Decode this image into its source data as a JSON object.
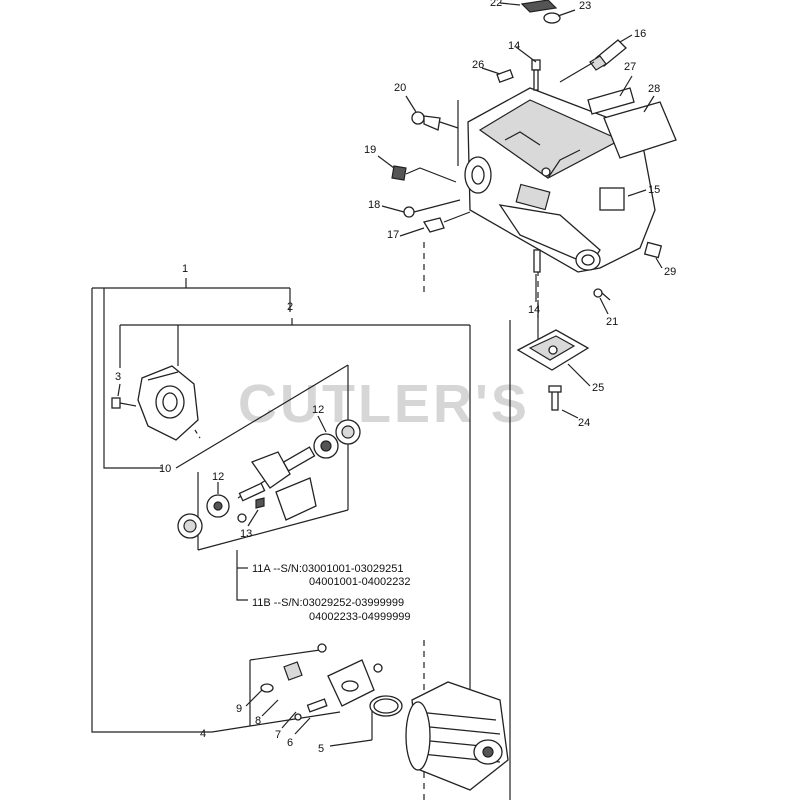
{
  "watermark": "CUTLER'S",
  "callouts": {
    "c1": "1",
    "c2": "2",
    "c3": "3",
    "c4": "4",
    "c5": "5",
    "c6": "6",
    "c7": "7",
    "c8": "8",
    "c9": "9",
    "c10": "10",
    "c12a": "12",
    "c12b": "12",
    "c13": "13",
    "c14a": "14",
    "c14b": "14",
    "c15": "15",
    "c16": "16",
    "c17": "17",
    "c18": "18",
    "c19": "19",
    "c20": "20",
    "c21": "21",
    "c22": "22",
    "c23": "23",
    "c24": "24",
    "c25": "25",
    "c26": "26",
    "c27": "27",
    "c28": "28",
    "c29": "29"
  },
  "serials": {
    "a_line1": "11A --S/N:03001001-03029251",
    "a_line2": "04001001-04002232",
    "b_line1": "11B --S/N:03029252-03999999",
    "b_line2": "04002233-04999999"
  }
}
